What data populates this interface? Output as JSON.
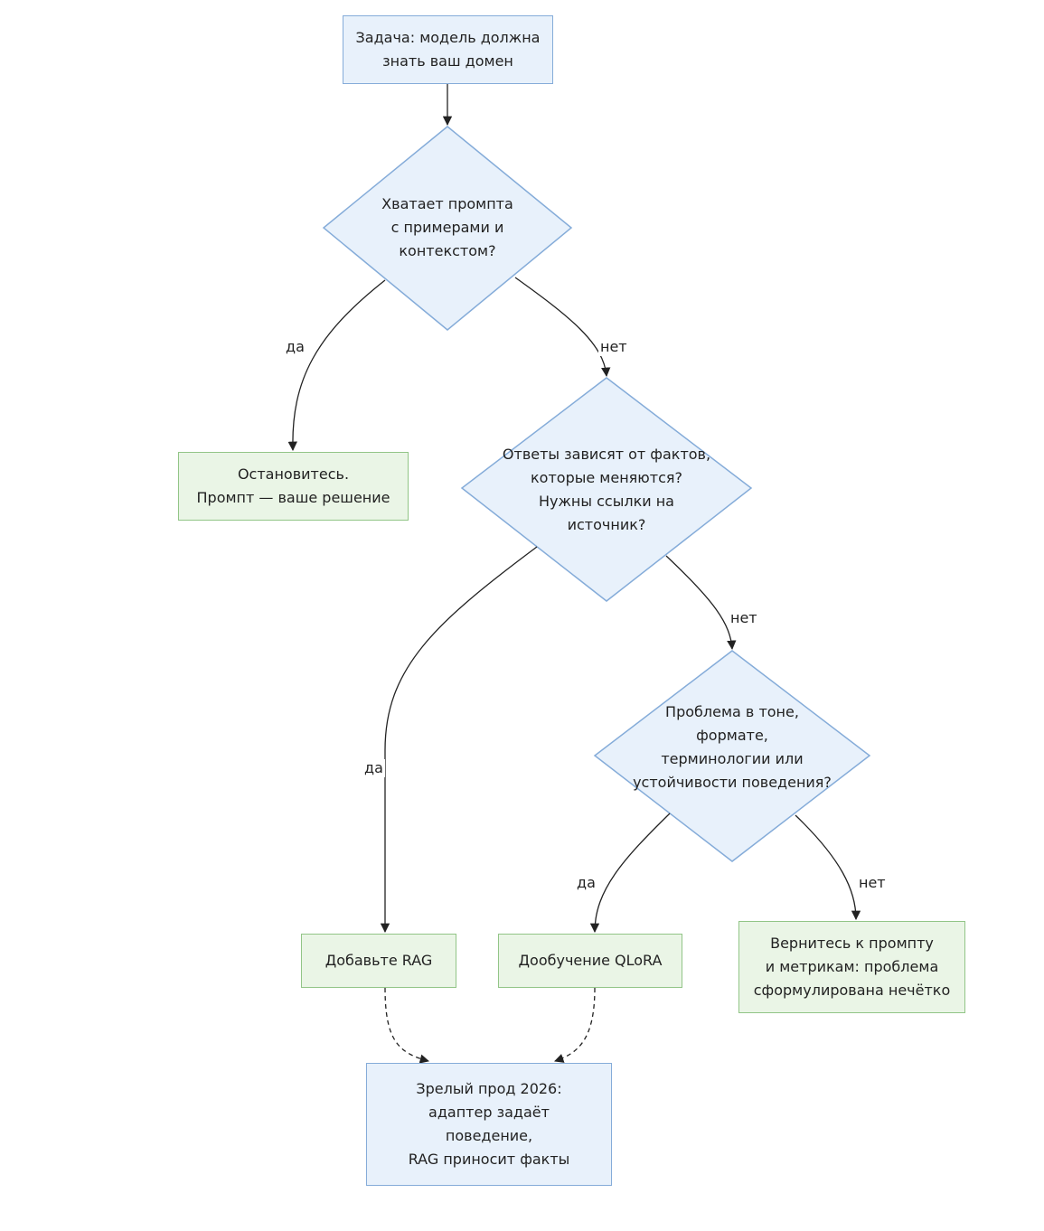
{
  "nodes": {
    "start": {
      "lines": [
        "Задача: модель должна",
        "знать ваш домен"
      ]
    },
    "q1": {
      "lines": [
        "Хватает промпта",
        "с примерами и",
        "контекстом?"
      ]
    },
    "stop": {
      "lines": [
        "Остановитесь.",
        "Промпт — ваше решение"
      ]
    },
    "q2": {
      "lines": [
        "Ответы зависят от фактов,",
        "которые меняются?",
        "Нужны ссылки на",
        "источник?"
      ]
    },
    "q3": {
      "lines": [
        "Проблема в тоне,",
        "формате,",
        "терминологии или",
        "устойчивости поведения?"
      ]
    },
    "rag": {
      "lines": [
        "Добавьте RAG"
      ]
    },
    "qlora": {
      "lines": [
        "Дообучение QLoRA"
      ]
    },
    "back": {
      "lines": [
        "Вернитесь к промпту",
        "и метрикам: проблема",
        "сформулирована нечётко"
      ]
    },
    "prod": {
      "lines": [
        "Зрелый прод 2026:",
        "адаптер задаёт",
        "поведение,",
        "RAG приносит факты"
      ]
    }
  },
  "edge_labels": {
    "q1_yes": "да",
    "q1_no": "нет",
    "q2_yes": "да",
    "q2_no": "нет",
    "q3_yes": "да",
    "q3_no": "нет"
  },
  "colors": {
    "blue_fill": "#e8f1fb",
    "blue_stroke": "#85acd9",
    "green_fill": "#eaf5e6",
    "green_stroke": "#92c587",
    "edge": "#222222"
  }
}
